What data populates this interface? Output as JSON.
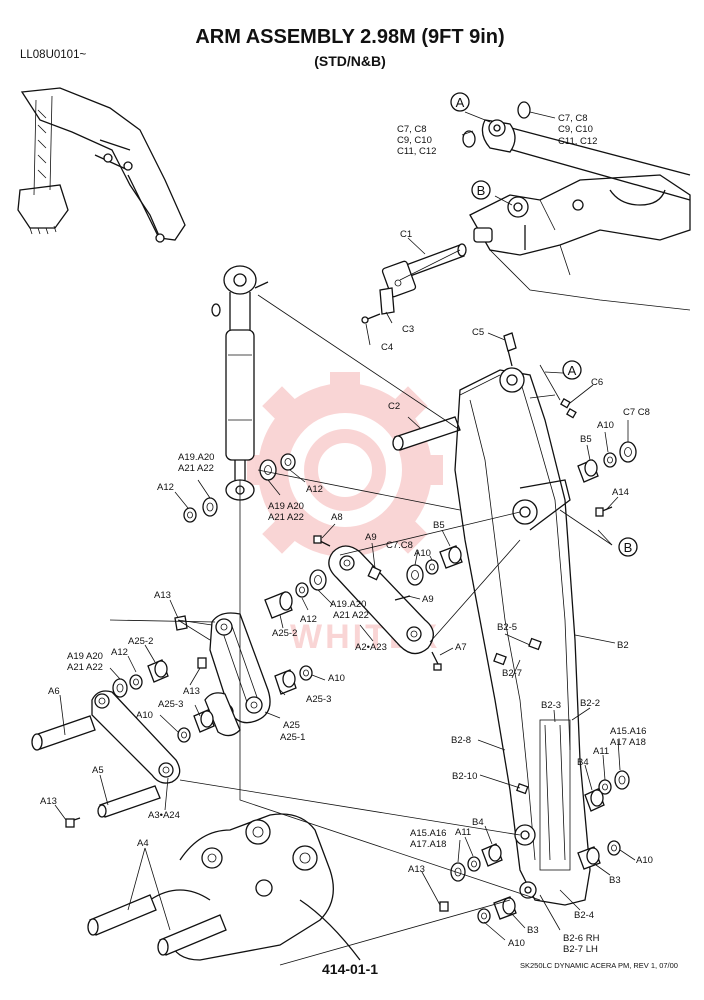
{
  "header": {
    "title": "ARM  ASSEMBLY 2.98M (9FT 9in)",
    "subtitle": "(STD/N&B)",
    "model_code": "LL08U0101~"
  },
  "footer": {
    "page_number": "414-01-1",
    "doc_ref": "SK250LC DYNAMIC ACERA PM, REV 1, 07/00"
  },
  "watermark": {
    "text": "WHITEX",
    "color": "#f08a8a"
  },
  "callouts": {
    "a": "A",
    "b": "B"
  },
  "labels": {
    "c7_c8_left": "C7, C8",
    "c9_c10_left": "C9, C10",
    "c11_c12_left": "C11, C12",
    "c7_c8_right": "C7, C8",
    "c9_c10_right": "C9, C10",
    "c11_c12_right": "C11, C12",
    "c1": "C1",
    "c3": "C3",
    "c4": "C4",
    "c5": "C5",
    "c6": "C6",
    "c2": "C2",
    "a10_top": "A10",
    "c7c8_top": "C7 C8",
    "b5_top": "B5",
    "a14": "A14",
    "a19a20_upper": "A19.A20",
    "a21a22_upper": "A21 A22",
    "a12_upper_left": "A12",
    "a12_upper_right": "A12",
    "a19a20_mid_a": "A19 A20",
    "a21a22_mid_a": "A21 A22",
    "a8": "A8",
    "a9_a": "A9",
    "a9_b": "A9",
    "c7c8_mid": "C7.C8",
    "a10_mid": "A10",
    "b5_mid": "B5",
    "a13_upper": "A13",
    "a12_mid": "A12",
    "a19a20_mid_b": "A19.A20",
    "a21a22_mid_b": "A21 A22",
    "a25_2_upper": "A25-2",
    "a2_a23": "A2•A23",
    "a7": "A7",
    "a19a20_left": "A19 A20",
    "a21a22_left": "A21 A22",
    "a12_left": "A12",
    "a25_2_left": "A25-2",
    "a13_mid": "A13",
    "a10_center": "A10",
    "a25_3_center": "A25-3",
    "a6": "A6",
    "a25_3_left": "A25-3",
    "a10_left": "A10",
    "a25": "A25",
    "a25_1": "A25-1",
    "a5": "A5",
    "a13_lower": "A13",
    "a3_a24": "A3•A24",
    "a4": "A4",
    "a13_bottom": "A13",
    "a10_bottom": "A10",
    "b2_5": "B2-5",
    "b2_7_top": "B2-7",
    "b2": "B2",
    "b2_3": "B2-3",
    "b2_2": "B2-2",
    "b2_8": "B2-8",
    "a15a16_right": "A15.A16",
    "a17a18_right": "A17 A18",
    "a11_right": "A11",
    "b4_right": "B4",
    "b2_10": "B2-10",
    "a15a16_lower": "A15.A16",
    "a17a18_lower": "A17.A18",
    "a11_lower": "A11",
    "b4_lower": "B4",
    "a10_right": "A10",
    "b3_right": "B3",
    "b2_4": "B2-4",
    "b3_lower": "B3",
    "b2_6_rh": "B2-6 RH",
    "b2_7_lh": "B2-7 LH"
  }
}
